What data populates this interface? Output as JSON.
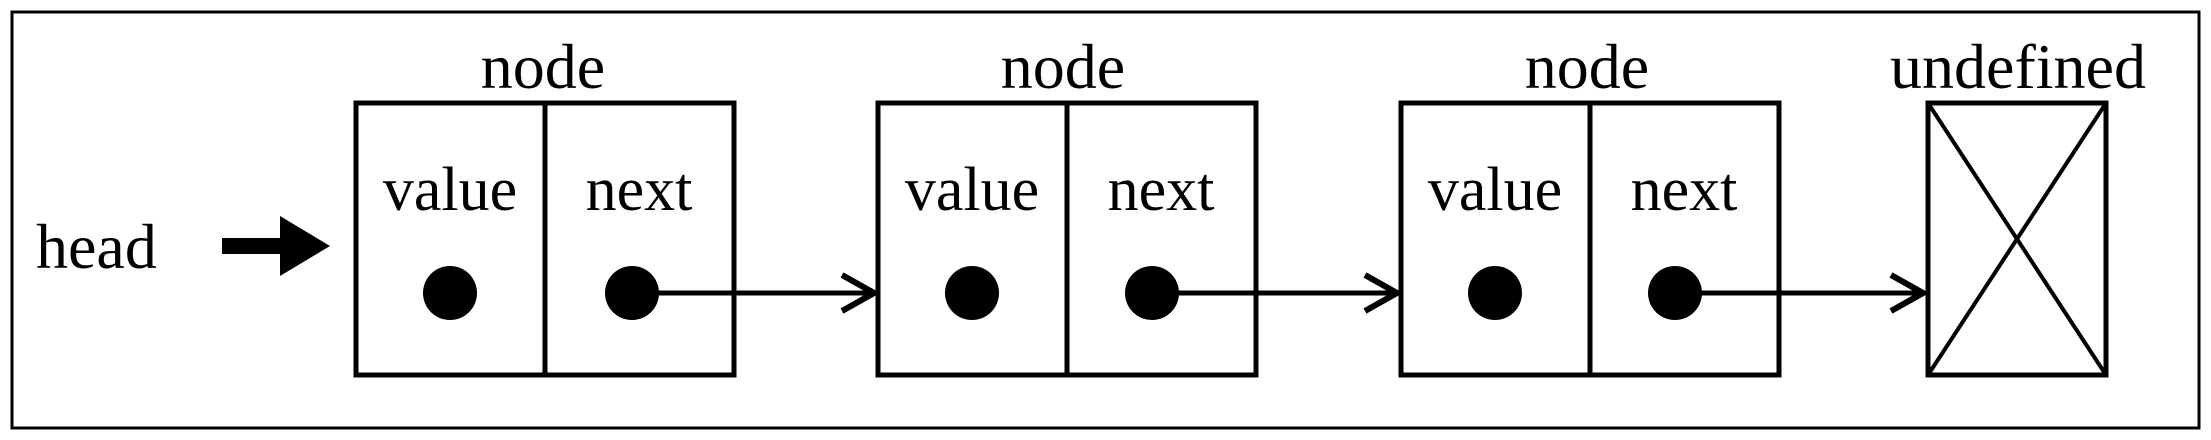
{
  "head_label": "head",
  "nodes": [
    {
      "title": "node",
      "value_label": "value",
      "next_label": "next"
    },
    {
      "title": "node",
      "value_label": "value",
      "next_label": "next"
    },
    {
      "title": "node",
      "value_label": "value",
      "next_label": "next"
    }
  ],
  "terminal": {
    "title": "undefined"
  },
  "colors": {
    "stroke": "#000000",
    "background": "#ffffff"
  }
}
